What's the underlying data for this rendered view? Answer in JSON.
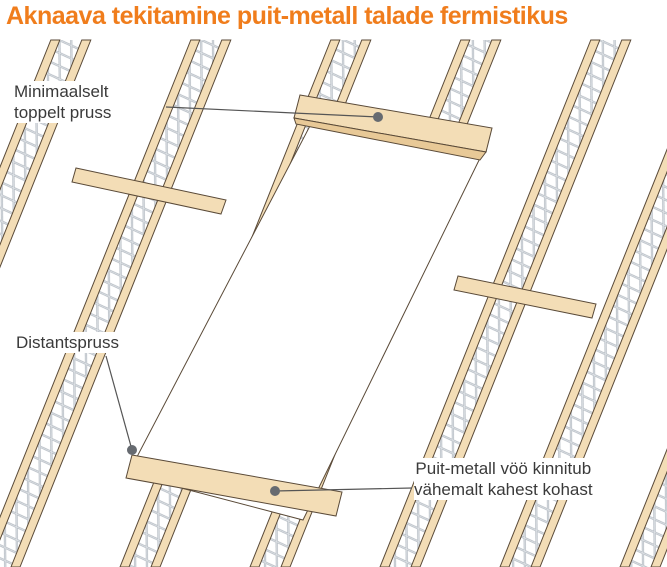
{
  "title": "Aknaava tekitamine puit-metall talade fermistikus",
  "labels": {
    "double_beam": [
      "Minimaalselt",
      "toppelt pruss"
    ],
    "spacer": [
      "Distantspruss"
    ],
    "web_fixing": [
      "Puit-metall vöö kinnitub",
      "vähemalt kahest kohast"
    ]
  },
  "colors": {
    "title": "#f07d1c",
    "timber": "#f3ddb6",
    "timber_outline": "#5a4a38",
    "metal_web": "#c9ced4",
    "callout_text": "#3a3a3a",
    "leader": "#555555"
  }
}
